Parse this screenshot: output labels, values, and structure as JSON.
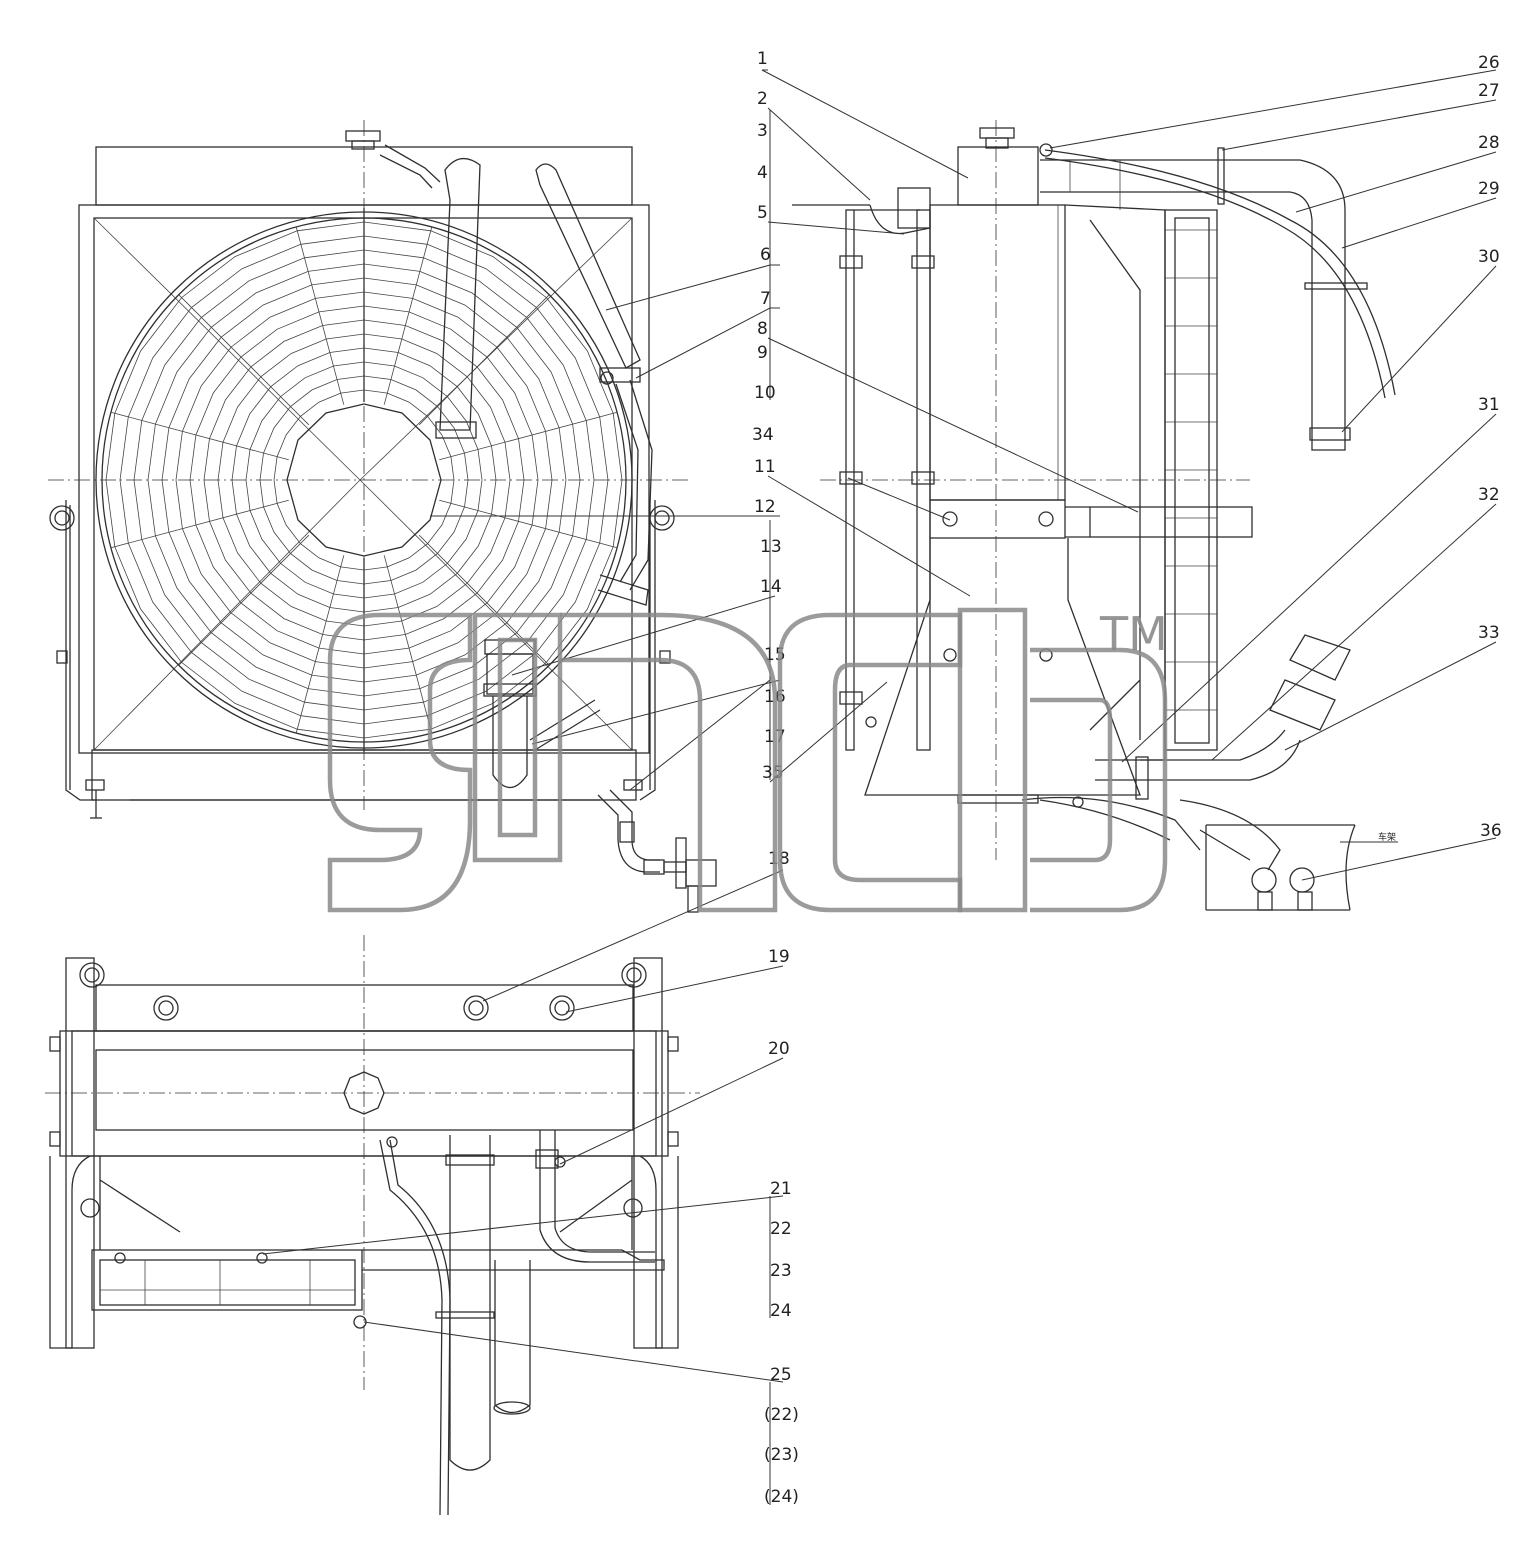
{
  "callouts": {
    "c1": "1",
    "c2": "2",
    "c3": "3",
    "c4": "4",
    "c5": "5",
    "c6": "6",
    "c7": "7",
    "c8": "8",
    "c9": "9",
    "c10": "10",
    "c11": "11",
    "c12": "12",
    "c13": "13",
    "c14": "14",
    "c15": "15",
    "c16": "16",
    "c17": "17",
    "c18": "18",
    "c19": "19",
    "c20": "20",
    "c21": "21",
    "c22": "22",
    "c23": "23",
    "c24": "24",
    "c25": "25",
    "c26": "26",
    "c27": "27",
    "c28": "28",
    "c29": "29",
    "c30": "30",
    "c31": "31",
    "c32": "32",
    "c33": "33",
    "c34": "34",
    "c35": "35",
    "c36": "36",
    "c22b": "(22)",
    "c23b": "(23)",
    "c24b": "(24)"
  },
  "chassis_label": "车架",
  "watermark": {
    "text": "gncb",
    "trademark": "TM"
  }
}
